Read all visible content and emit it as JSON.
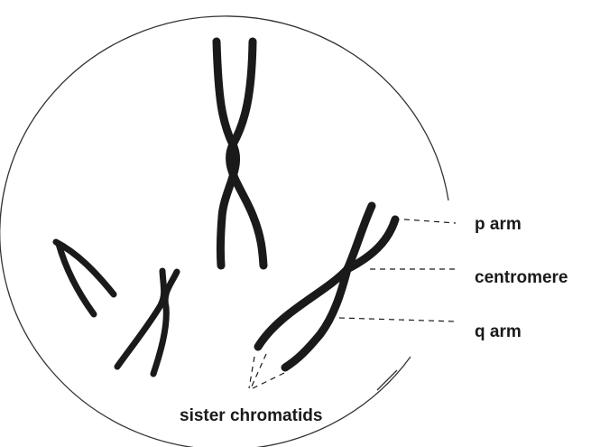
{
  "labels": {
    "p_arm": "p arm",
    "centromere": "centromere",
    "q_arm": "q arm",
    "sister_chromatids": "sister chromatids"
  },
  "colors": {
    "ink": "#1a1a1a",
    "cell_outline": "#333333",
    "background": "#ffffff"
  }
}
